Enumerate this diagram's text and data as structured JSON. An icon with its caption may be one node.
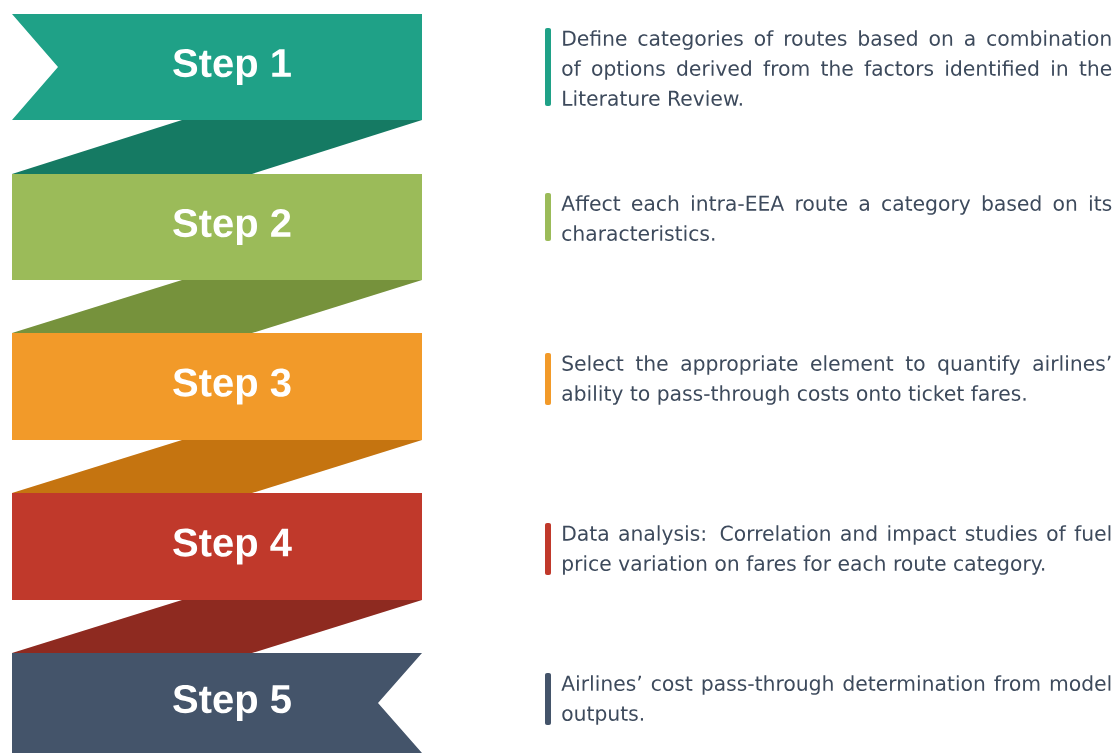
{
  "diagram": {
    "nodes": [
      {
        "text": [
          "Step 1"
        ]
      },
      {
        "text": [
          "Step 2"
        ]
      },
      {
        "text": [
          "Step 3"
        ]
      },
      {
        "text": [
          "Step 4"
        ]
      },
      {
        "text": [
          "Step 5"
        ]
      }
    ],
    "labels": [
      "Define categories of routes based on a combination of options derived from the factors identified in the Literature Review.",
      "Affect each intra-EEA route a category based on its characteristics.",
      "Select the appropriate element to quantify airlines’ ability to pass-through costs onto ticket fares.",
      "Data analysis: Correlation and impact studies of fuel price variation on fares for each route category.",
      "Airlines’ cost pass-through determination from model outputs."
    ]
  }
}
